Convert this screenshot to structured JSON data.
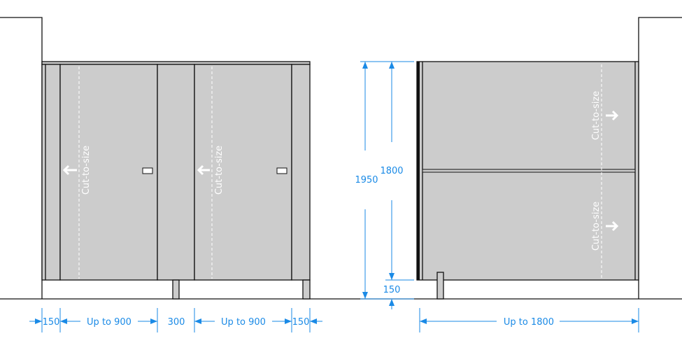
{
  "colors": {
    "dimension": "#1a8ae6",
    "panel": "#cccccc",
    "outline": "#111111"
  },
  "front": {
    "cut_label": "Cut-to-size",
    "dims": {
      "left_pilaster": "150",
      "left_door": "Up to 900",
      "middle_pilaster": "300",
      "right_door": "Up to 900",
      "right_pilaster": "150"
    }
  },
  "side": {
    "cut_label": "Cut-to-size",
    "dims": {
      "overall_height": "1950",
      "panel_height": "1800",
      "clearance": "150",
      "width": "Up to 1800"
    }
  }
}
